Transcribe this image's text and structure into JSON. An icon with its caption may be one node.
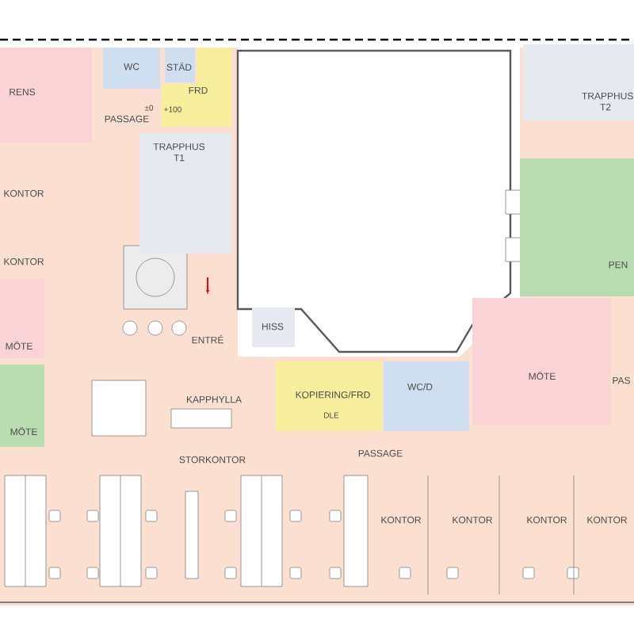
{
  "diagram": {
    "nodes": [
      {
        "text": [
          "RENS"
        ]
      },
      {
        "text": [
          "WC"
        ]
      },
      {
        "text": [
          "STÄD"
        ]
      },
      {
        "text": [
          "FRD"
        ]
      },
      {
        "text": [
          "PASSAGE"
        ]
      },
      {
        "text": [
          "TRAPPHUS T1"
        ]
      },
      {
        "text": [
          "KONTOR"
        ]
      },
      {
        "text": [
          "KONTOR"
        ]
      },
      {
        "text": [
          "MÖTE"
        ]
      },
      {
        "text": [
          "MÖTE"
        ]
      },
      {
        "text": [
          "ENTRÉ"
        ]
      },
      {
        "text": [
          "HISS"
        ]
      },
      {
        "text": [
          "KAPPHYLLA"
        ]
      },
      {
        "text": [
          "KOPIERING/FRD"
        ]
      },
      {
        "text": [
          "WC/D"
        ]
      },
      {
        "text": [
          "PEN"
        ]
      },
      {
        "text": [
          "MÖTE"
        ]
      },
      {
        "text": [
          "PAS"
        ]
      },
      {
        "text": [
          "STORKONTOR"
        ]
      },
      {
        "text": [
          "PASSAGE"
        ]
      },
      {
        "text": [
          "KONTOR"
        ]
      },
      {
        "text": [
          "KONTOR"
        ]
      },
      {
        "text": [
          "KONTOR"
        ]
      },
      {
        "text": [
          "KONTOR"
        ]
      },
      {
        "text": [
          "TRAPPHUS T2"
        ]
      }
    ],
    "labels": [
      "±0",
      "+100",
      "DLE"
    ]
  }
}
